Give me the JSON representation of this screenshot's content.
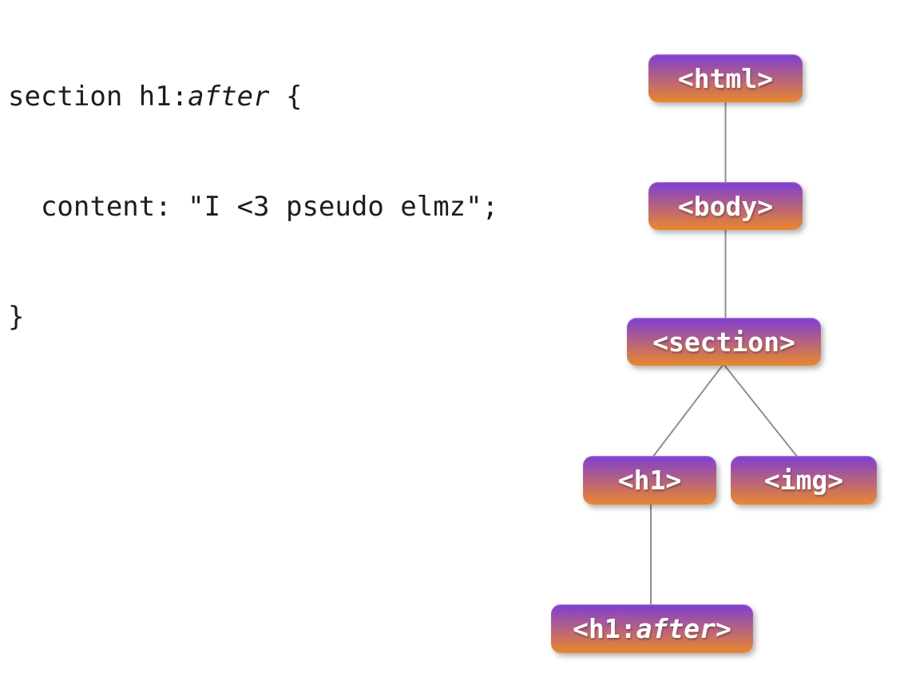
{
  "theme": {
    "background": "#ffffff",
    "node_gradient_top": "#7f3dd3",
    "node_gradient_bottom": "#ea872d",
    "node_text_color": "#ffffff",
    "edge_color": "#8f8f8f",
    "code_text_color": "#1d1d1d"
  },
  "code": {
    "lines": [
      {
        "pre": "section h1:",
        "italic": "after",
        "post": " {"
      },
      {
        "text": "  content: \"I <3 pseudo elmz\";"
      },
      {
        "text": "}"
      }
    ]
  },
  "tree": {
    "nodes": [
      {
        "id": "html",
        "label": "<html>"
      },
      {
        "id": "body",
        "label": "<body>"
      },
      {
        "id": "section",
        "label": "<section>"
      },
      {
        "id": "h1",
        "label": "<h1>"
      },
      {
        "id": "img",
        "label": "<img>"
      },
      {
        "id": "h1-after",
        "pre": "<h1:",
        "italic": "after",
        "post": ">"
      }
    ],
    "edges": [
      {
        "from": "html",
        "to": "body"
      },
      {
        "from": "body",
        "to": "section"
      },
      {
        "from": "section",
        "to": "h1"
      },
      {
        "from": "section",
        "to": "img"
      },
      {
        "from": "h1",
        "to": "h1-after"
      }
    ]
  }
}
